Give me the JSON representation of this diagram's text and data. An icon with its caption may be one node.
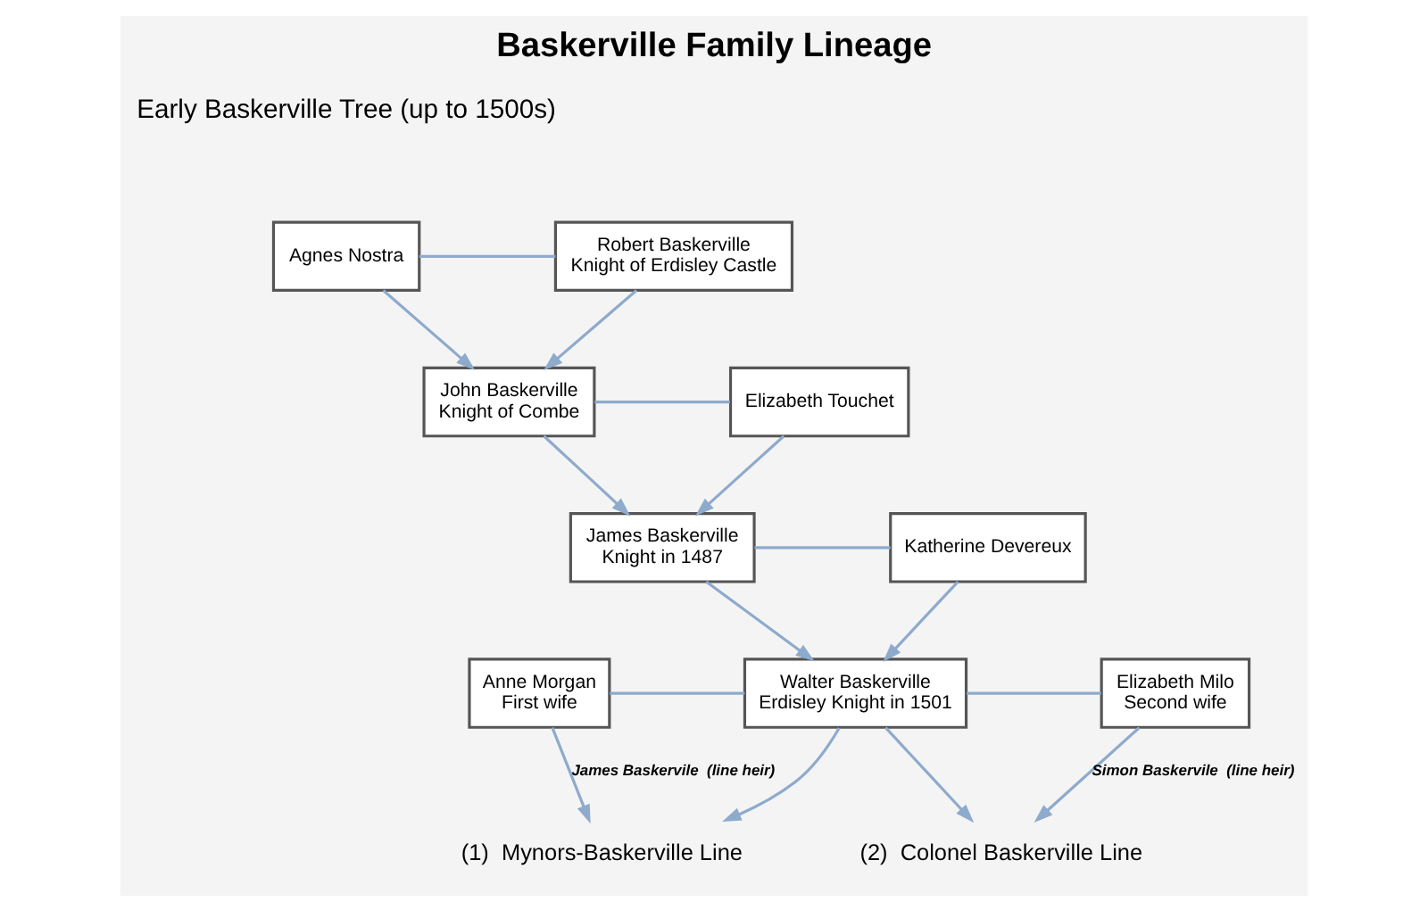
{
  "diagram": {
    "title": "Baskerville Family Lineage",
    "nodes": [
      {
        "text": [
          "Agnes Nostra"
        ]
      },
      {
        "text": [
          "Robert Baskerville",
          "Knight of Erdisley Castle"
        ]
      },
      {
        "text": [
          "John Baskerville",
          "Knight of Combe"
        ]
      },
      {
        "text": [
          "Elizabeth Touchet"
        ]
      },
      {
        "text": [
          "James Baskerville",
          "Knight in 1487"
        ]
      },
      {
        "text": [
          "Katherine Devereux"
        ]
      },
      {
        "text": [
          "Anne Morgan",
          "First wife"
        ]
      },
      {
        "text": [
          "Walter Baskerville",
          "Erdisley Knight in 1501"
        ]
      },
      {
        "text": [
          "Elizabeth Milo",
          "Second wife"
        ]
      },
      {
        "text": [
          "(1)  Mynors-Baskerville Line"
        ]
      },
      {
        "text": [
          "(2)  Colonel Baskerville Line"
        ]
      }
    ],
    "edges": [
      {
        "from": 0,
        "to": 1,
        "arrow": "none"
      },
      {
        "from": 0,
        "to": 2,
        "arrow": "to"
      },
      {
        "from": 1,
        "to": 2,
        "arrow": "to"
      },
      {
        "from": 2,
        "to": 3,
        "arrow": "none"
      },
      {
        "from": 2,
        "to": 4,
        "arrow": "to"
      },
      {
        "from": 3,
        "to": 4,
        "arrow": "to"
      },
      {
        "from": 4,
        "to": 5,
        "arrow": "none"
      },
      {
        "from": 4,
        "to": 7,
        "arrow": "to"
      },
      {
        "from": 5,
        "to": 7,
        "arrow": "to"
      },
      {
        "from": 6,
        "to": 7,
        "arrow": "none"
      },
      {
        "from": 6,
        "to": 9,
        "arrow": "to",
        "label": "James Baskervile  (line heir)"
      },
      {
        "from": 7,
        "to": 9,
        "arrow": "to"
      },
      {
        "from": 7,
        "to": 8,
        "arrow": "none"
      },
      {
        "from": 7,
        "to": 10,
        "arrow": "to"
      },
      {
        "from": 8,
        "to": 10,
        "arrow": "to",
        "label": "Simon Baskervile  (line heir)"
      }
    ],
    "labels": [
      "Early Baskerville Tree (up to 1500s)"
    ]
  }
}
